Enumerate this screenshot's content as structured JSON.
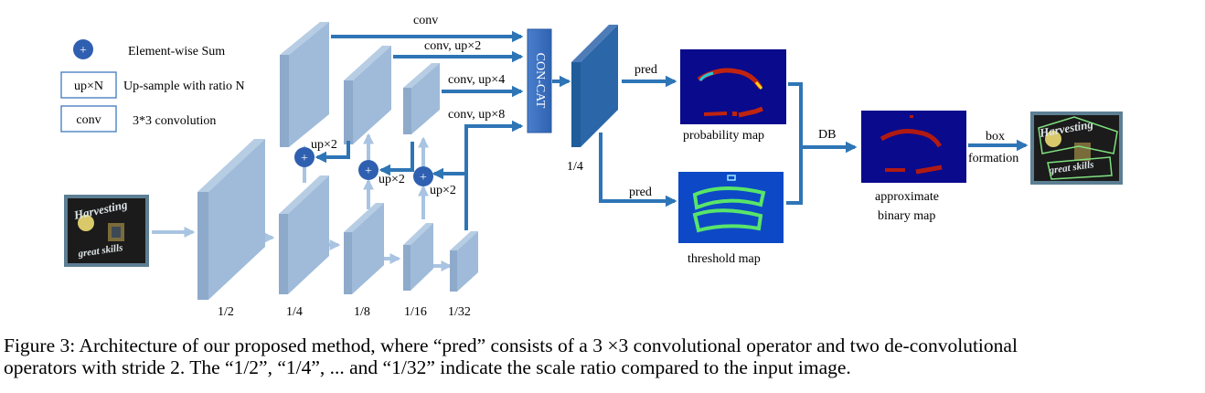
{
  "legend": {
    "sum_symbol": "+",
    "sum_label": "Element-wise Sum",
    "upsample_box": "up×N",
    "upsample_label": "Up-sample with ratio N",
    "conv_box": "conv",
    "conv_label": "3*3 convolution"
  },
  "backbone": {
    "scales": [
      "1/2",
      "1/4",
      "1/8",
      "1/16",
      "1/32"
    ]
  },
  "fpn": {
    "up_labels": [
      "up×2",
      "up×2",
      "up×2"
    ],
    "conv_labels": [
      "conv",
      "conv, up×2",
      "conv, up×4",
      "conv, up×8"
    ],
    "sum_symbol": "+"
  },
  "concat": {
    "label": "CON-CAT"
  },
  "feature": {
    "scale": "1/4"
  },
  "heads": {
    "pred_top": "pred",
    "pred_bottom": "pred",
    "probability_map": "probability map",
    "threshold_map": "threshold map",
    "db": "DB",
    "approx_line1": "approximate",
    "approx_line2": "binary map",
    "box_line1": "box",
    "box_line2": "formation"
  },
  "input_image": {
    "line1": "Harvesting",
    "line2": "great skills"
  },
  "output_image": {
    "line1": "Harvesting",
    "line2": "great skills"
  },
  "colors": {
    "arrow": "#2e75b6",
    "layer_front": "#8eaacb",
    "layer_side": "#b7cde4",
    "sum_circle": "#2f5fb0",
    "concat": "#3a6fc0",
    "feature_front": "#1f5c9a",
    "map_bg": "#0a0a8c"
  },
  "caption": {
    "line1": "Figure 3: Architecture of our proposed method, where “pred” consists of a 3 ×3 convolutional operator and two de-convolutional",
    "line2": "operators with stride 2. The “1/2”, “1/4”, ... and “1/32” indicate the scale ratio compared to the input image."
  }
}
